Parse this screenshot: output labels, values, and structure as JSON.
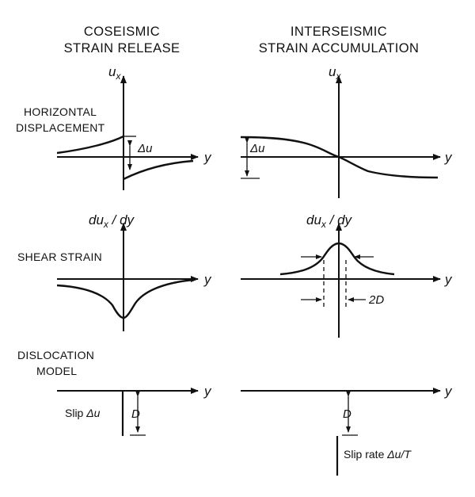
{
  "columns": {
    "coseismic": {
      "line1": "COSEISMIC",
      "line2": "STRAIN RELEASE"
    },
    "interseismic": {
      "line1": "INTERSEISMIC",
      "line2": "STRAIN ACCUMULATION"
    }
  },
  "rows": {
    "displacement": {
      "line1": "HORIZONTAL",
      "line2": "DISPLACEMENT"
    },
    "strain": {
      "line1": "SHEAR STRAIN"
    },
    "model": {
      "line1": "DISLOCATION",
      "line2": "MODEL"
    }
  },
  "axes": {
    "y": "y",
    "ux": {
      "main": "u",
      "sub": "x"
    },
    "dux": {
      "pre": "du",
      "sub": "x",
      "post": " / dy"
    }
  },
  "annotations": {
    "delta_u": "Δu",
    "two_d": "2D",
    "depth": "D",
    "slip": {
      "text": "Slip ",
      "sym": "Δu"
    },
    "slip_rate": {
      "text": "Slip rate ",
      "sym": "Δu/T"
    }
  }
}
